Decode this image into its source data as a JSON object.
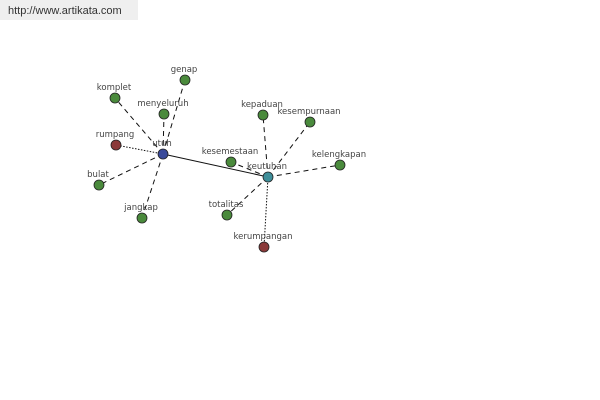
{
  "watermark_url": "http://www.artikata.com",
  "colors": {
    "synonym": "#4a8a3c",
    "antonym": "#8b3a3a",
    "root": "#3a4a9a",
    "derived": "#3f8f9a"
  },
  "nodes": [
    {
      "id": "utuh",
      "label": "utuh",
      "kind": "root"
    },
    {
      "id": "keutuhan",
      "label": "keutuhan",
      "kind": "derived"
    },
    {
      "id": "genap",
      "label": "genap",
      "kind": "synonym"
    },
    {
      "id": "komplet",
      "label": "komplet",
      "kind": "synonym"
    },
    {
      "id": "menyeluruh",
      "label": "menyeluruh",
      "kind": "synonym"
    },
    {
      "id": "rumpang",
      "label": "rumpang",
      "kind": "antonym"
    },
    {
      "id": "bulat",
      "label": "bulat",
      "kind": "synonym"
    },
    {
      "id": "jangkap",
      "label": "jangkap",
      "kind": "synonym"
    },
    {
      "id": "kepaduan",
      "label": "kepaduan",
      "kind": "synonym"
    },
    {
      "id": "kesempurnaan",
      "label": "kesempurnaan",
      "kind": "synonym"
    },
    {
      "id": "kesemestaan",
      "label": "kesemestaan",
      "kind": "synonym"
    },
    {
      "id": "kelengkapan",
      "label": "kelengkapan",
      "kind": "synonym"
    },
    {
      "id": "totalitas",
      "label": "totalitas",
      "kind": "synonym"
    },
    {
      "id": "kerumpangan",
      "label": "kerumpangan",
      "kind": "antonym"
    }
  ],
  "edges": [
    {
      "from": "utuh",
      "to": "keutuhan",
      "style": "solid"
    },
    {
      "from": "utuh",
      "to": "genap",
      "style": "dashed"
    },
    {
      "from": "utuh",
      "to": "komplet",
      "style": "dashed"
    },
    {
      "from": "utuh",
      "to": "menyeluruh",
      "style": "dashed"
    },
    {
      "from": "utuh",
      "to": "rumpang",
      "style": "dotted"
    },
    {
      "from": "utuh",
      "to": "bulat",
      "style": "dashed"
    },
    {
      "from": "utuh",
      "to": "jangkap",
      "style": "dashed"
    },
    {
      "from": "keutuhan",
      "to": "kepaduan",
      "style": "dashed"
    },
    {
      "from": "keutuhan",
      "to": "kesempurnaan",
      "style": "dashed"
    },
    {
      "from": "keutuhan",
      "to": "kesemestaan",
      "style": "dashed"
    },
    {
      "from": "keutuhan",
      "to": "kelengkapan",
      "style": "dashed"
    },
    {
      "from": "keutuhan",
      "to": "totalitas",
      "style": "dashed"
    },
    {
      "from": "keutuhan",
      "to": "kerumpangan",
      "style": "dotted"
    }
  ]
}
